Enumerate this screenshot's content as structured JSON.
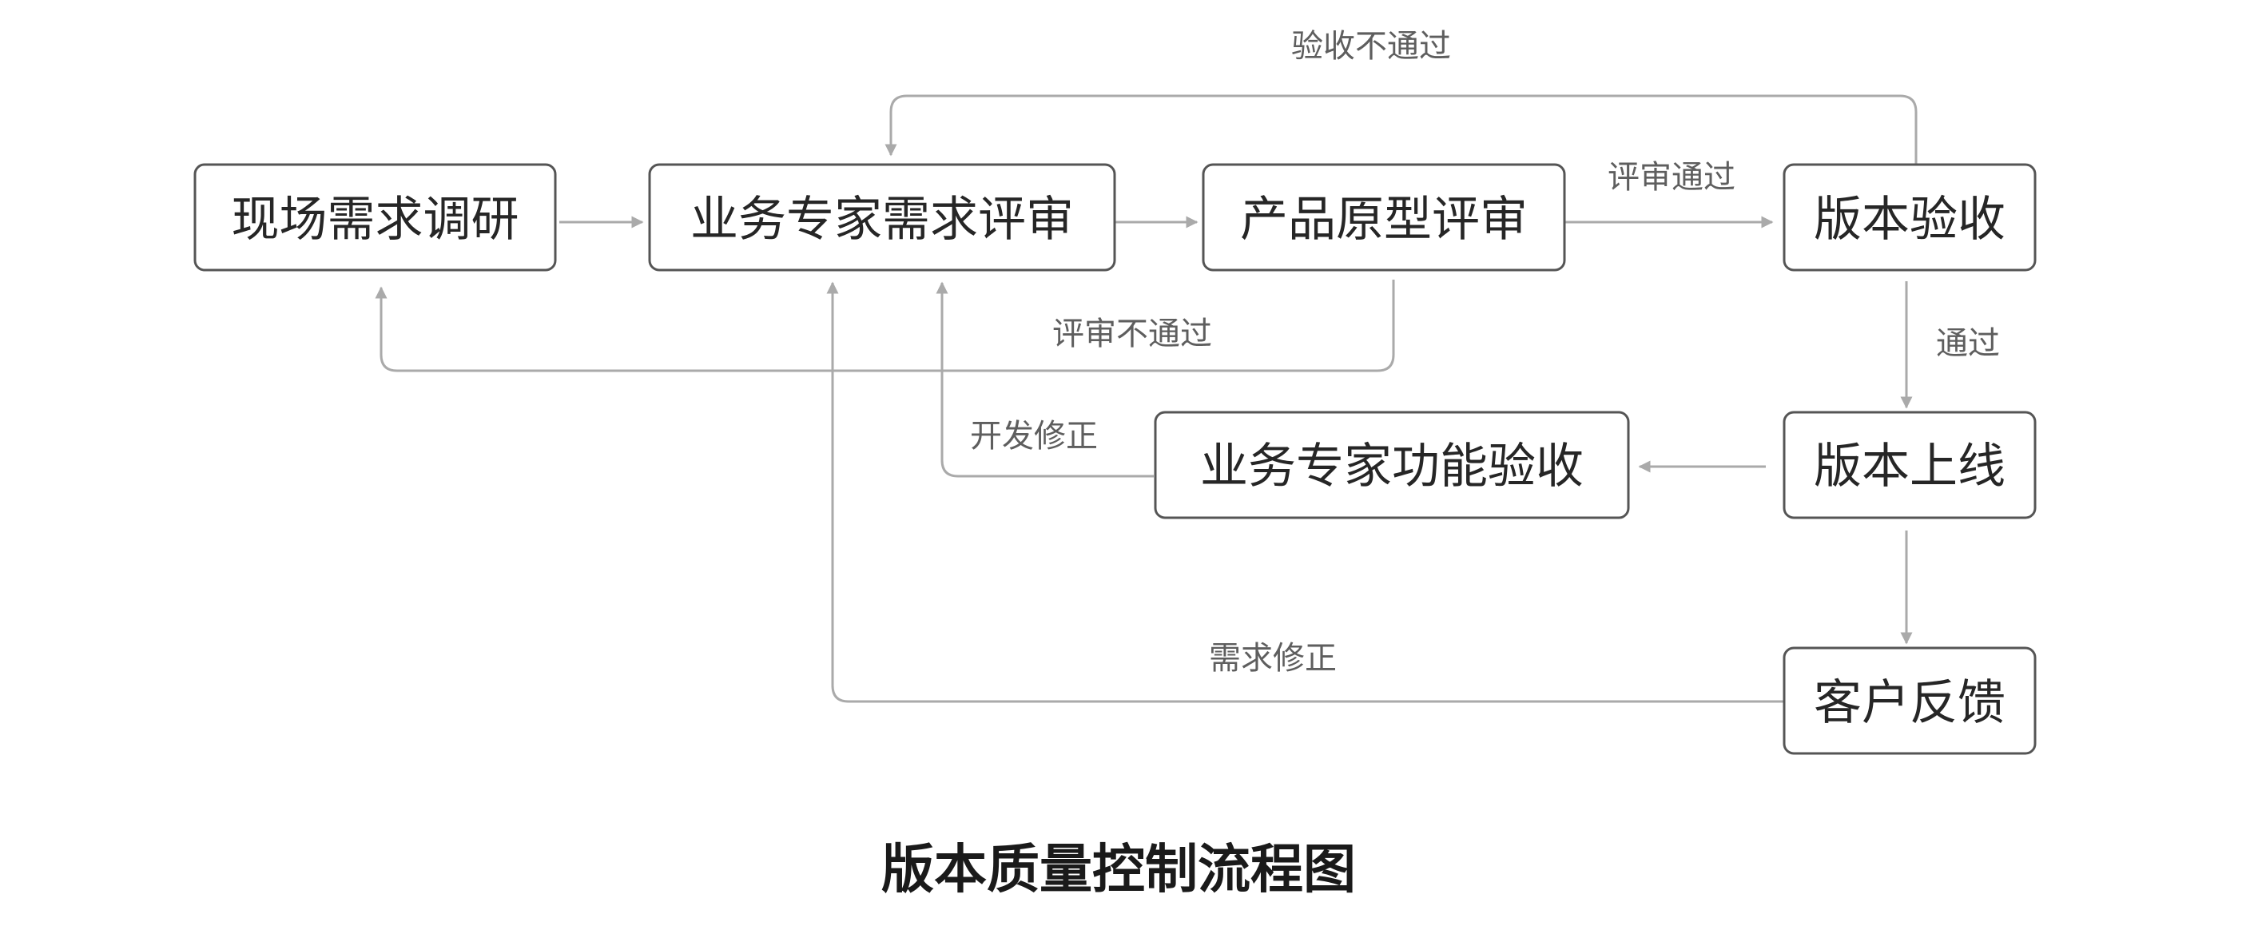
{
  "title": "版本质量控制流程图",
  "nodes": {
    "field_research": "现场需求调研",
    "expert_requirement_review": "业务专家需求评审",
    "prototype_review": "产品原型评审",
    "version_acceptance": "版本验收",
    "version_release": "版本上线",
    "expert_function_acceptance": "业务专家功能验收",
    "customer_feedback": "客户反馈"
  },
  "edge_labels": {
    "acceptance_failed": "验收不通过",
    "review_passed": "评审通过",
    "review_failed": "评审不通过",
    "passed": "通过",
    "dev_fix": "开发修正",
    "requirement_fix": "需求修正"
  },
  "colors": {
    "box_stroke": "#555555",
    "connector": "#aaaaaa",
    "text": "#262626",
    "label_text": "#5e5e5e"
  }
}
